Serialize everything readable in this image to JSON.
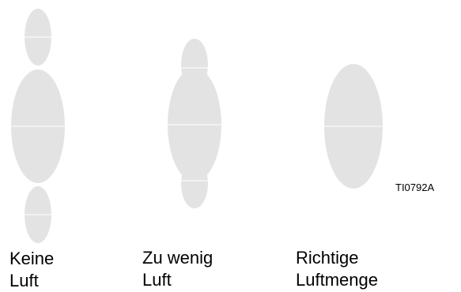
{
  "figure": {
    "reference_id": "TI0792A",
    "fill_color": "#e3e3e3",
    "line_color": "#ffffff"
  },
  "patterns": [
    {
      "caption_line1": "Keine",
      "caption_line2": "Luft",
      "shape": "three separate ovals (tails)"
    },
    {
      "caption_line1": "Zu wenig",
      "caption_line2": "Luft",
      "shape": "oval with lobes top and bottom"
    },
    {
      "caption_line1": "Richtige",
      "caption_line2": "Luftmenge",
      "shape": "single uniform oval"
    }
  ]
}
